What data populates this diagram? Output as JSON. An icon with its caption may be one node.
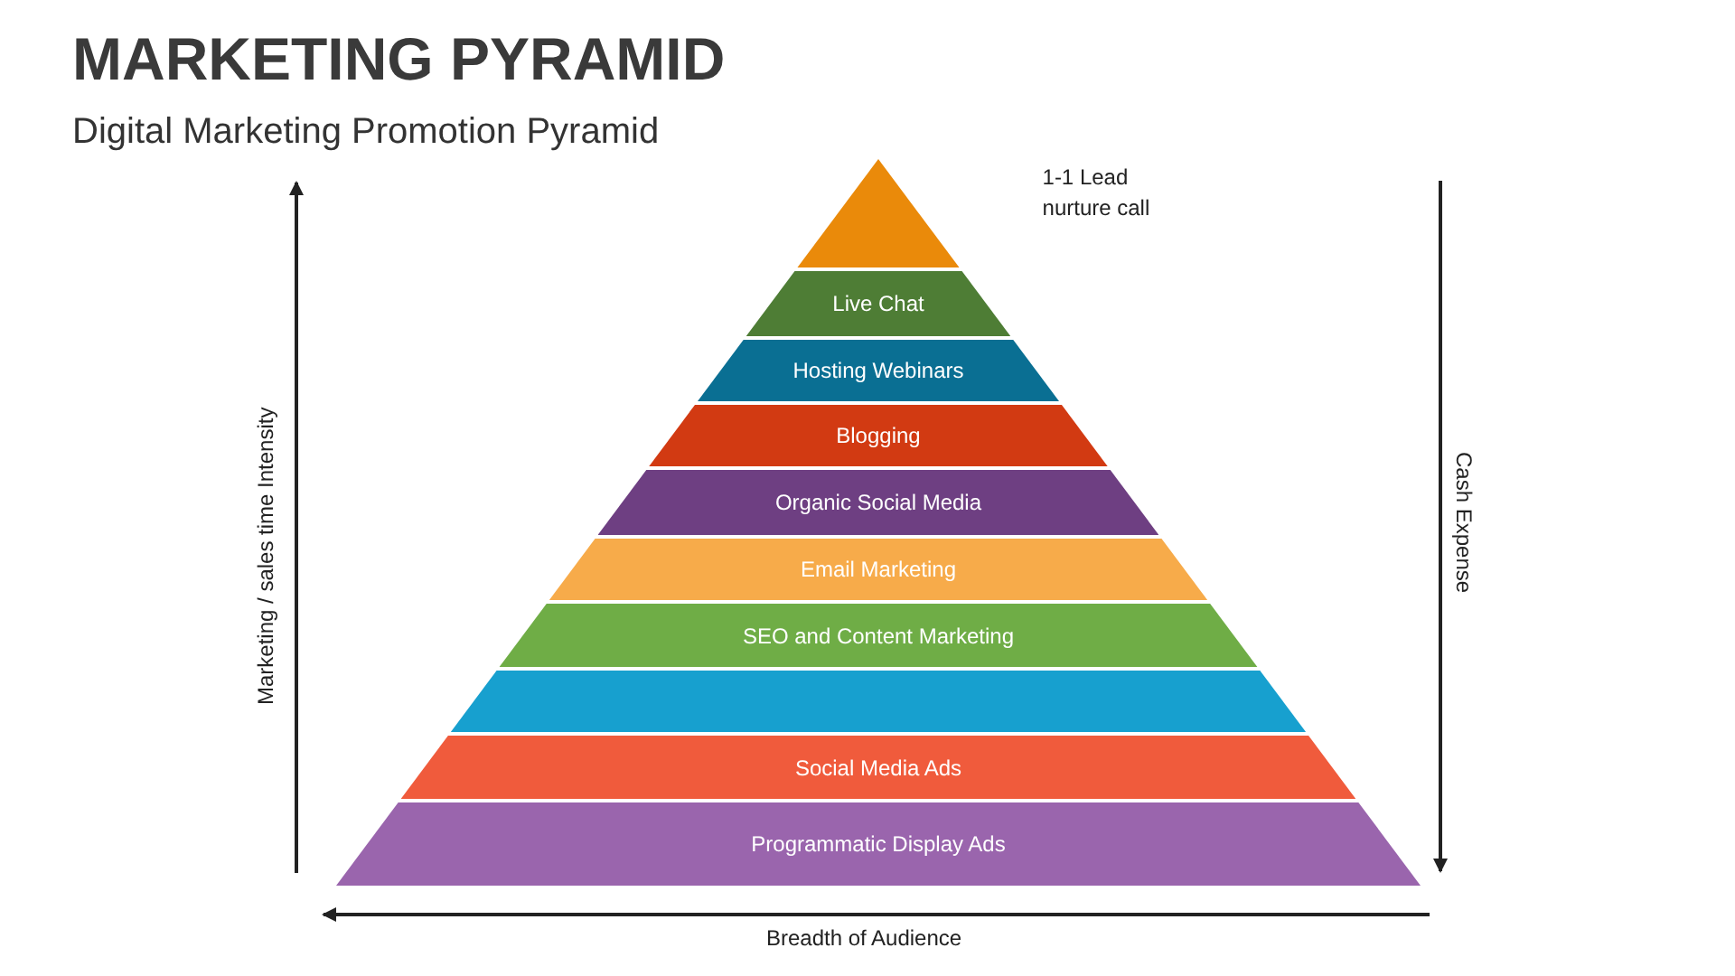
{
  "diagram": {
    "title": "MARKETING PYRAMID",
    "nodes": [
      {
        "text": [],
        "shape": "triangle",
        "beside": [
          "1-1 Lead nurture call"
        ]
      },
      {
        "text": [
          "Live Chat"
        ]
      },
      {
        "text": [
          "Hosting Webinars"
        ]
      },
      {
        "text": [
          "Blogging"
        ]
      },
      {
        "text": [
          "Organic Social Media"
        ]
      },
      {
        "text": [
          "Email Marketing"
        ]
      },
      {
        "text": [
          "SEO and Content Marketing"
        ]
      },
      {
        "text": [],
        "shape": "bar"
      },
      {
        "text": [
          "Social Media Ads"
        ]
      },
      {
        "text": [
          "Programmatic Display Ads"
        ]
      }
    ],
    "edges": [],
    "labels": [
      "Digital Marketing Promotion Pyramid",
      "Marketing / sales time Intensity",
      "Cash Expense",
      "Breadth of Audience"
    ]
  }
}
